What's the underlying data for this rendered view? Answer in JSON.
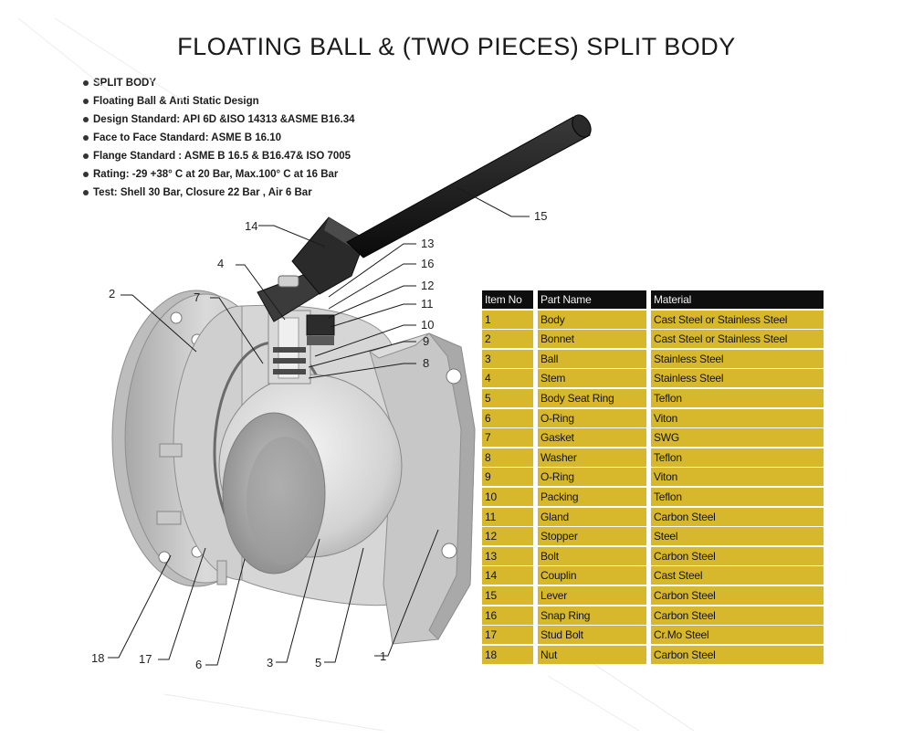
{
  "title": "FLOATING BALL & (TWO PIECES) SPLIT BODY",
  "features": [
    "SPLIT BODY",
    "Floating Ball & Anti Static Design",
    "Design Standard: API 6D &ISO 14313 &ASME B16.34",
    "Face to Face Standard: ASME B 16.10",
    "Flange Standard : ASME B 16.5 & B16.47& ISO 7005",
    "Rating: -29 +38° C at 20 Bar, Max.100° C at 16 Bar",
    "Test: Shell 30 Bar, Closure 22 Bar ,  Air 6 Bar"
  ],
  "callouts": [
    "1",
    "2",
    "3",
    "4",
    "5",
    "6",
    "7",
    "8",
    "9",
    "10",
    "11",
    "12",
    "13",
    "14",
    "15",
    "16",
    "17",
    "18"
  ],
  "colors": {
    "table_header": "#0e0e0e",
    "table_row": "#d7b72c",
    "valve_body": "#d8d8d8",
    "lever": "#151515"
  },
  "parts_table": {
    "headers": [
      "Item No",
      "Part Name",
      "Material"
    ],
    "rows": [
      [
        "1",
        "Body",
        "Cast Steel or Stainless Steel"
      ],
      [
        "2",
        "Bonnet",
        "Cast Steel or Stainless Steel"
      ],
      [
        "3",
        "Ball",
        "Stainless Steel"
      ],
      [
        "4",
        "Stem",
        "Stainless Steel"
      ],
      [
        "5",
        "Body Seat Ring",
        "Teflon"
      ],
      [
        "6",
        "O-Ring",
        "Viton"
      ],
      [
        "7",
        "Gasket",
        "SWG"
      ],
      [
        "8",
        "Washer",
        "Teflon"
      ],
      [
        "9",
        "O-Ring",
        "Viton"
      ],
      [
        "10",
        "Packing",
        "Teflon"
      ],
      [
        "11",
        "Gland",
        "Carbon Steel"
      ],
      [
        "12",
        "Stopper",
        "Steel"
      ],
      [
        "13",
        "Bolt",
        "Carbon Steel"
      ],
      [
        "14",
        "Couplin",
        "Cast Steel"
      ],
      [
        "15",
        "Lever",
        "Carbon Steel"
      ],
      [
        "16",
        "Snap Ring",
        "Carbon Steel"
      ],
      [
        "17",
        "Stud Bolt",
        "Cr.Mo Steel"
      ],
      [
        "18",
        "Nut",
        "Carbon Steel"
      ]
    ]
  }
}
